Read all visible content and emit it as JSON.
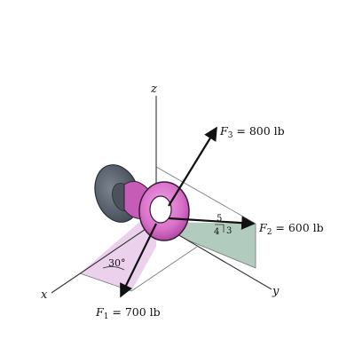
{
  "figure": {
    "axes": {
      "x": "x",
      "y": "y",
      "z": "z"
    },
    "forces": {
      "f1": {
        "symbol": "F",
        "subscript": "1",
        "value_text": " = 700 lb"
      },
      "f2": {
        "symbol": "F",
        "subscript": "2",
        "value_text": " = 600 lb"
      },
      "f3": {
        "symbol": "F",
        "subscript": "3",
        "value_text": " = 800 lb"
      }
    },
    "angle_label": "30°",
    "slope_triangle": {
      "hyp": "5",
      "rise": "4",
      "run": "3"
    },
    "colors": {
      "eye_bolt_ring": "#d86fc8",
      "ring_outline": "#3a1a3a",
      "base_plate": "#5b6470",
      "base_plate_dark": "#3f4650",
      "plane_xz": "#e7c9e9",
      "plane_yz": "#a9c6b8",
      "arrow": "#111111",
      "axis": "#333333"
    }
  }
}
